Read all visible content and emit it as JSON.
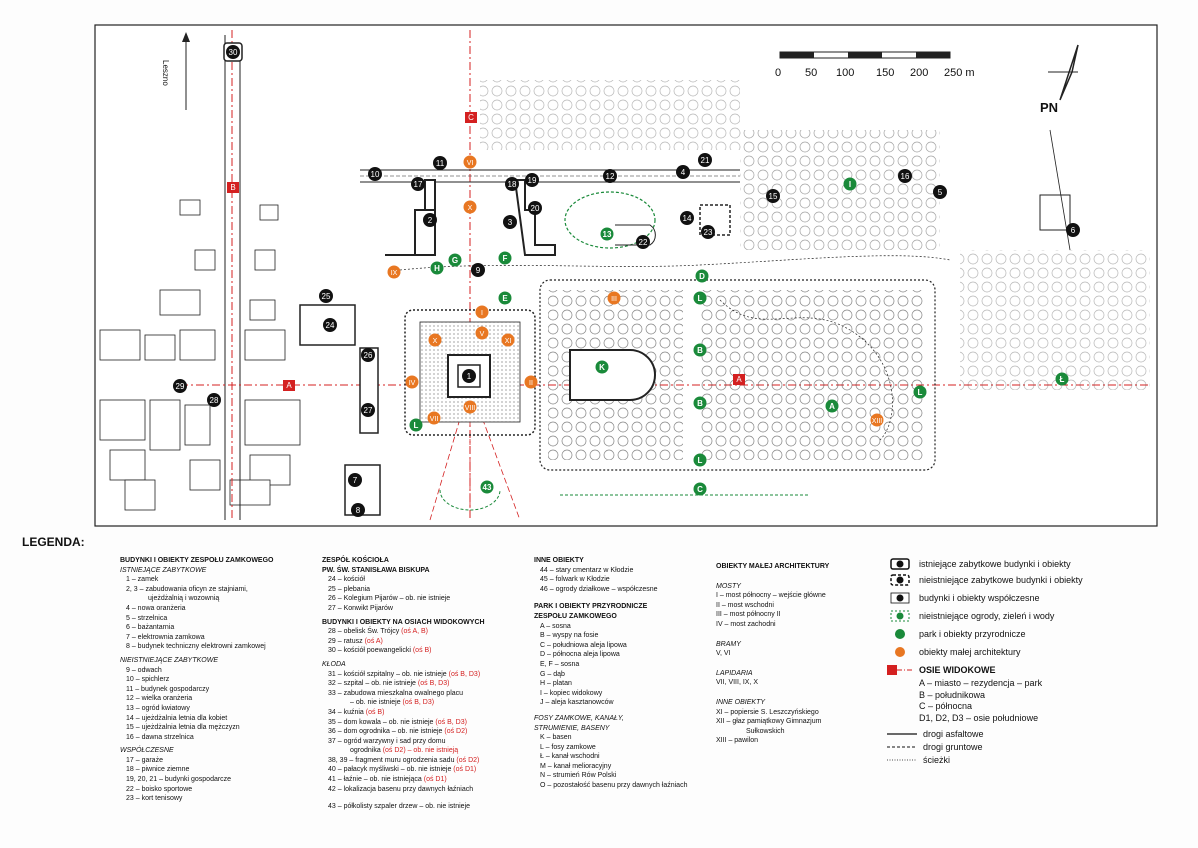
{
  "map": {
    "north_label": "PN",
    "town_label": "Leszno",
    "scale_ticks": [
      "0",
      "50",
      "100",
      "150",
      "200",
      "250 m"
    ]
  },
  "legend": {
    "title": "LEGENDA:",
    "col1": {
      "heading": "BUDYNKI I OBIEKTY ZESPOŁU ZAMKOWEGO",
      "sub1": "ISTNIEJĄCE ZABYTKOWE",
      "items1": [
        "1 – zamek",
        "2, 3 – zabudowania oficyn ze stajniami,",
        "ujeżdżalnią i wozownią",
        "4 – nowa oranżeria",
        "5 – strzelnica",
        "6 – bażantarnia",
        "7 – elektrownia zamkowa",
        "8 – budynek techniczny elektrowni zamkowej"
      ],
      "sub2": "NIEISTNIEJĄCE ZABYTKOWE",
      "items2": [
        "9 – odwach",
        "10 – spichlerz",
        "11 – budynek gospodarczy",
        "12 – wielka oranżeria",
        "13 – ogród kwiatowy",
        "14 – ujeżdżalnia letnia dla kobiet",
        "15 – ujeżdżalnia letnia dla mężczyzn",
        "16 – dawna strzelnica"
      ],
      "sub3": "WSPÓŁCZESNE",
      "items3": [
        "17 – garaże",
        "18 – piwnice ziemne",
        "19, 20, 21 – budynki gospodarcze",
        "22 – boisko sportowe",
        "23 – kort tenisowy"
      ]
    },
    "col2": {
      "heading1": "ZESPÓŁ KOŚCIOŁA",
      "heading1b": "PW. ŚW. STANISŁAWA BISKUPA",
      "items1": [
        "24 – kościół",
        "25 – plebania",
        "26 – Kolegium Pijarów – ob. nie istnieje",
        "27 – Konwikt Pijarów"
      ],
      "heading2": "BUDYNKI I OBIEKTY NA OSIACH WIDOKOWYCH",
      "items2": [
        "28 – obelisk Św. Trójcy",
        "29 – ratusz",
        "30 – kościół poewangelicki"
      ],
      "items2_axes": [
        "(oś A, B)",
        "(oś A)",
        "(oś B)"
      ],
      "sub3": "KŁODA",
      "items3": [
        "31 – kościół szpitalny – ob. nie istnieje",
        "32 – szpital – ob. nie istnieje",
        "33 – zabudowa mieszkalna owalnego placu",
        "– ob. nie istnieje",
        "34 – kuźnia",
        "35 – dom kowala – ob. nie istnieje",
        "36 – dom ogrodnika – ob. nie istnieje",
        "37 – ogród warzywny i sad przy domu",
        "ogrodnika",
        "38, 39 – fragment muru ogrodzenia sadu",
        "40 – pałacyk myśliwski – ob. nie istnieje",
        "41 – łaźnie – ob. nie istniejąca",
        "42 – lokalizacja basenu przy dawnych łaźniach"
      ],
      "items3_axes": [
        "(oś B, D3)",
        "(oś B, D3)",
        "",
        "(oś B, D3)",
        "(oś B)",
        "(oś B, D3)",
        "(oś D2)",
        "",
        "(oś D2) – ob. nie istnieją",
        "(oś D2)",
        "(oś D1)",
        "(oś D1)",
        ""
      ],
      "item_last": "43 – półkolisty szpaler drzew – ob. nie istnieje"
    },
    "col3": {
      "heading1": "INNE OBIEKTY",
      "items1": [
        "44 – stary cmentarz w Kłodzie",
        "45 – folwark w Kłodzie",
        "46 – ogrody działkowe – współczesne"
      ],
      "heading2": "PARK I OBIEKTY PRZYRODNICZE",
      "heading2b": "ZESPOŁU ZAMKOWEGO",
      "items2": [
        "A – sosna",
        "B – wyspy na fosie",
        "C – południowa aleja lipowa",
        "D – północna aleja lipowa",
        "E, F – sosna",
        "G – dąb",
        "H – platan",
        "I – kopiec widokowy",
        "J – aleja kasztanowców"
      ],
      "sub3": "FOSY ZAMKOWE, KANAŁY,",
      "sub3b": "STRUMIENIE, BASENY",
      "items3": [
        "K – basen",
        "L – fosy zamkowe",
        "Ł – kanał wschodni",
        "M – kanał melioracyjny",
        "N – strumień Rów Polski",
        "O – pozostałość basenu przy dawnych łaźniach"
      ]
    },
    "col4": {
      "heading": "OBIEKTY MAŁEJ ARCHITEKTURY",
      "sub1": "MOSTY",
      "items1": [
        "I – most północny – wejście główne",
        "II – most wschodni",
        "III – most północny II",
        "IV – most zachodni"
      ],
      "sub2": "BRAMY",
      "items2": [
        "V, VI"
      ],
      "sub3": "LAPIDARIA",
      "items3": [
        "VII, VIII, IX, X"
      ],
      "sub4": "INNE OBIEKTY",
      "items4": [
        "XI – popiersie S. Leszczyńskiego",
        "XII – głaz pamiątkowy Gimnazjum",
        "Sułkowskich",
        "XIII – pawilon"
      ]
    },
    "key": {
      "k1": "istniejące zabytkowe budynki i obiekty",
      "k2": "nieistniejące zabytkowe budynki i obiekty",
      "k3": "budynki i obiekty współczesne",
      "k4": "nieistniejące ogrody, zieleń i wody",
      "k5": "park i obiekty przyrodnicze",
      "k6": "obiekty małej architektury",
      "k7": "OSIE WIDOKOWE",
      "axes": [
        "A – miasto – rezydencja – park",
        "B – południkowa",
        "C – północna",
        "D1, D2, D3 – osie południowe"
      ],
      "k8": "drogi asfaltowe",
      "k9": "drogi gruntowe",
      "k10": "ścieżki"
    }
  }
}
